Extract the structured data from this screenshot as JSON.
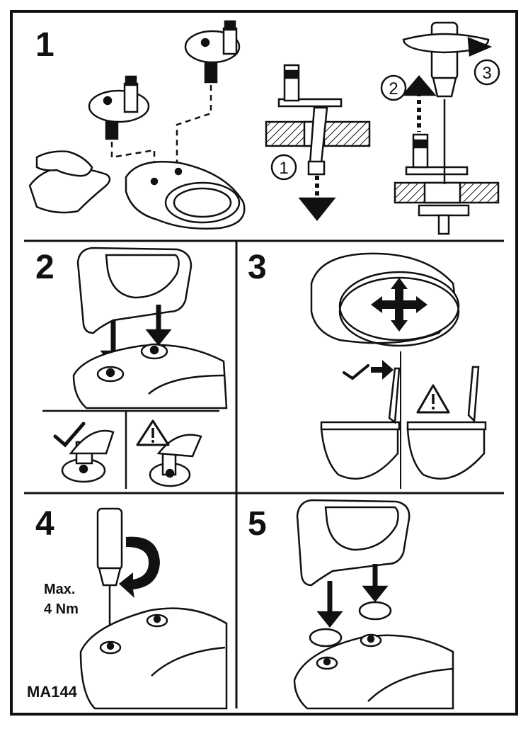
{
  "steps": [
    {
      "number": "1"
    },
    {
      "number": "2"
    },
    {
      "number": "3"
    },
    {
      "number": "4"
    },
    {
      "number": "5"
    }
  ],
  "step1_callouts": [
    "1",
    "2",
    "3"
  ],
  "torque": {
    "line1": "Max.",
    "line2": "4 Nm"
  },
  "doc_code": "MA144",
  "icons": {
    "ok": "check-mark-icon",
    "warning": "warning-triangle-icon",
    "rotate": "rotate-arrow-icon",
    "move": "four-way-arrow-icon"
  },
  "colors": {
    "ink": "#111111",
    "paper": "#ffffff"
  }
}
